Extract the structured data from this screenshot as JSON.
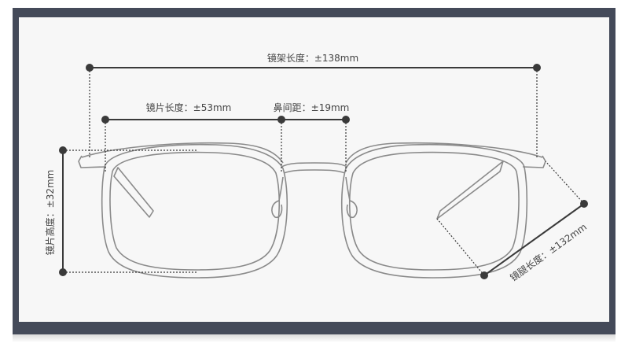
{
  "measurements": {
    "frame_width": "镜架长度：±138mm",
    "lens_width": "镜片长度：±53mm",
    "bridge_width": "鼻间距：±19mm",
    "lens_height": "镜片高度：±32mm",
    "temple_length": "镜腿长度：±132mm"
  },
  "colors": {
    "border": "#444a59",
    "background": "#f7f7f7",
    "dimension_line": "#333333",
    "glasses_outline": "#888888"
  }
}
